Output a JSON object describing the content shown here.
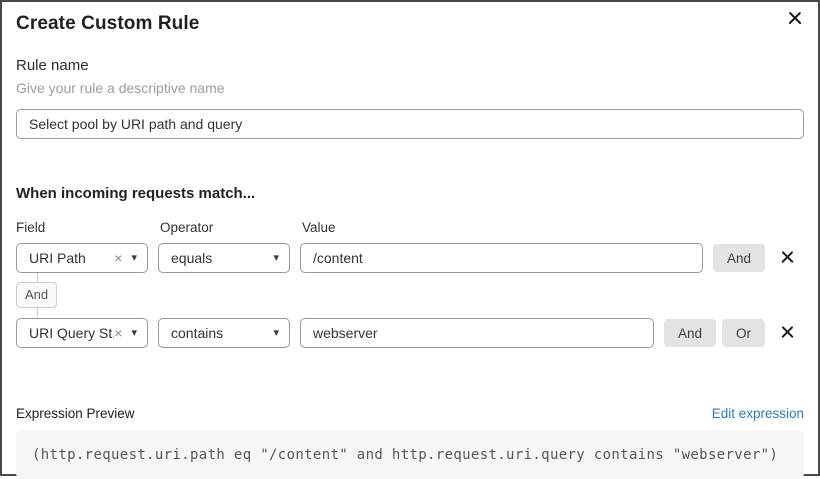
{
  "dialog": {
    "title": "Create Custom Rule"
  },
  "icons": {
    "close": "x-mark",
    "remove": "x-mark",
    "caret": "▾",
    "clear": "×"
  },
  "rule_name": {
    "label": "Rule name",
    "hint": "Give your rule a descriptive name",
    "value": "Select pool by URI path and query"
  },
  "match_section": {
    "heading": "When incoming requests match...",
    "columns": {
      "field": "Field",
      "operator": "Operator",
      "value": "Value"
    },
    "connector_label": "And",
    "rows": [
      {
        "field": "URI Path",
        "operator": "equals",
        "value": "/content",
        "and_label": "And"
      },
      {
        "field": "URI Query St...",
        "operator": "contains",
        "value": "webserver",
        "and_label": "And",
        "or_label": "Or"
      }
    ]
  },
  "expression": {
    "label": "Expression Preview",
    "edit_link": "Edit expression",
    "code": "(http.request.uri.path eq \"/content\" and http.request.uri.query contains \"webserver\")"
  },
  "colors": {
    "link_blue": "#2e7cb9",
    "button_gray": "#e3e3e3",
    "border_gray": "#999999",
    "code_bg": "#f6f6f6"
  }
}
